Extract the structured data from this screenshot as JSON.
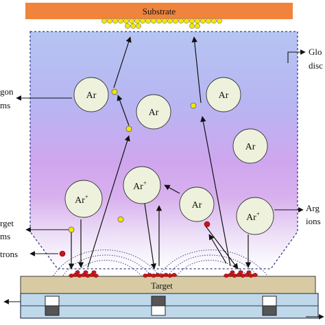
{
  "labels": {
    "substrate": "Substrate",
    "target": "Target",
    "glow_discharge_line1": "Glo",
    "glow_discharge_line2": "disc",
    "argon_atoms_line1": "gon",
    "argon_atoms_line2": "ms",
    "target_atoms_line1": "rget",
    "target_atoms_line2": "ms",
    "electrons": "trons",
    "argon_ions_line1": "Arg",
    "argon_ions_line2": "ions"
  },
  "particles": {
    "argon_atom": "Ar",
    "argon_ion_base": "Ar",
    "argon_ion_charge": "+"
  },
  "colors": {
    "substrate": "#F0843C",
    "chamber_top": "#B8C6F2",
    "chamber_mid": "#D6A8EC",
    "chamber_bottom": "#FFFFFF",
    "target_plate": "#D8CBA4",
    "cathode_base": "#BFD8EA",
    "target_atom": "#F2E600",
    "electron": "#C8141A",
    "circle_fill": "#EEF2DC"
  }
}
